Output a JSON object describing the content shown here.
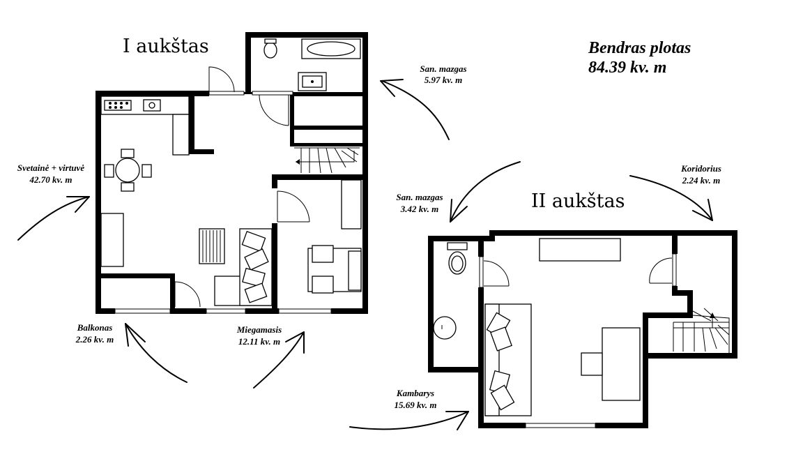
{
  "floors": {
    "first": "I aukštas",
    "second": "II aukštas"
  },
  "total": {
    "line1": "Bendras plotas",
    "line2": "84.39 kv. m"
  },
  "rooms": {
    "san1": {
      "name": "San. mazgas",
      "area": "5.97 kv. m"
    },
    "living": {
      "name": "Svetainė + virtuvė",
      "area": "42.70 kv. m"
    },
    "balcony": {
      "name": "Balkonas",
      "area": "2.26 kv. m"
    },
    "bedroom": {
      "name": "Miegamasis",
      "area": "12.11 kv. m"
    },
    "san2": {
      "name": "San. mazgas",
      "area": "3.42 kv. m"
    },
    "corridor": {
      "name": "Koridorius",
      "area": "2.24 kv. m"
    },
    "room": {
      "name": "Kambarys",
      "area": "15.69 kv. m"
    }
  }
}
